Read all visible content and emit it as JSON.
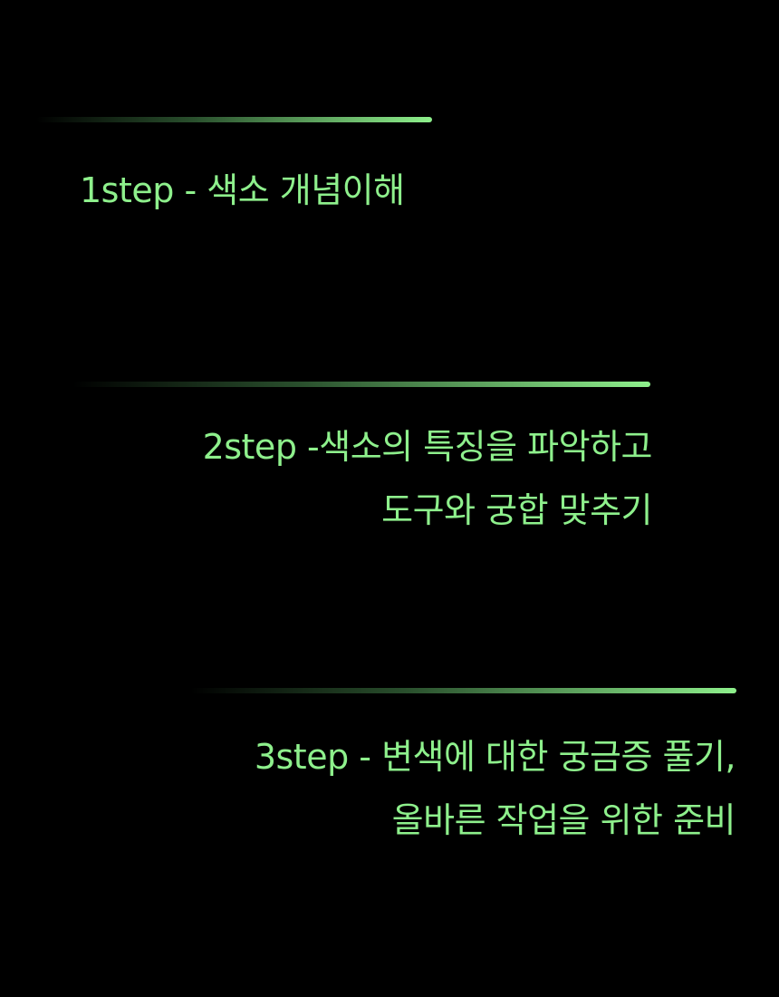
{
  "steps": [
    {
      "lines": [
        "1step - 색소 개념이해"
      ]
    },
    {
      "lines": [
        "2step -색소의 특징을 파악하고",
        "도구와 궁합 맞추기"
      ]
    },
    {
      "lines": [
        "3step - 변색에 대한 궁금증 풀기,",
        "올바른 작업을 위한 준비"
      ]
    }
  ],
  "colors": {
    "background": "#000000",
    "accent": "#8ef08c"
  }
}
